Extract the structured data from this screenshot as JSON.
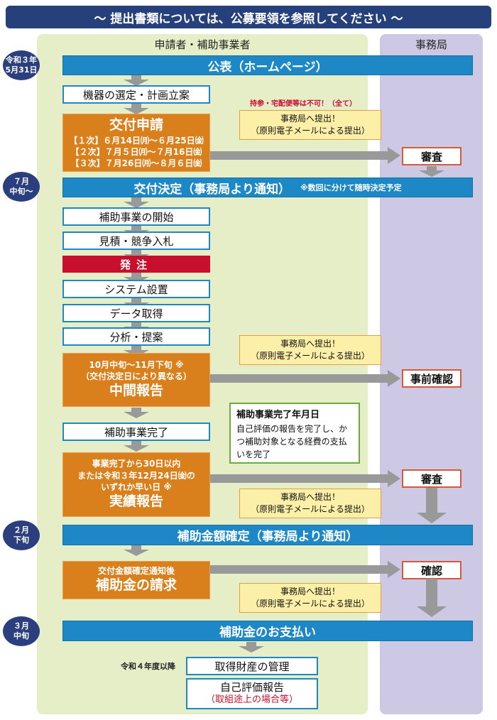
{
  "banner": "〜 提出書類については、公募要領を参照してください 〜",
  "headers": {
    "applicant": "申請者・補助事業者",
    "office": "事務局"
  },
  "dates": {
    "d1a": "令和３年",
    "d1b": "5月31日",
    "d2a": "７月",
    "d2b": "中旬〜",
    "d3a": "２月",
    "d3b": "下旬",
    "d4a": "３月",
    "d4b": "中旬"
  },
  "bars": {
    "announce": "公表（ホームページ）",
    "decision": "交付決定（事務局より通知）",
    "decision_note": "※数回に分けて随時決定予定",
    "confirm": "補助金額確定（事務局より通知）",
    "payment": "補助金のお支払い"
  },
  "steps": {
    "select": "機器の選定・計画立案",
    "start": "補助事業の開始",
    "estimate": "見積・競争入札",
    "order": "発注",
    "install": "システム設置",
    "data": "データ取得",
    "analysis": "分析・提案",
    "complete": "補助事業完了",
    "asset": "取得財産の管理",
    "self_eval": "自己評価報告",
    "self_eval_note": "（取組途上の場合等）",
    "after_label": "令和４年度以降"
  },
  "apply": {
    "title": "交付申請",
    "r1": "【１次】６月14日㈪〜６月25日㈮",
    "r2": "【２次】７月５日㈪〜７月16日㈮",
    "r3": "【３次】７月26日㈪〜８月６日㈮"
  },
  "interim": {
    "l1": "10月中旬〜11月下旬 ※",
    "l2": "（交付決定日により異なる）",
    "title": "中間報告"
  },
  "result": {
    "l1": "事業完了から30日以内",
    "l2": "または令和３年12月24日㈮の",
    "l3": "いずれか早い日 ※",
    "title": "実績報告"
  },
  "claim": {
    "l1": "交付金額確定通知後",
    "title": "補助金の請求"
  },
  "callout": {
    "l1": "事務局へ提出！",
    "l2": "（原則電子メールによる提出）"
  },
  "red_note": "持参・宅配便等は不可！（全て）",
  "green": {
    "title": "補助事業完了年月日",
    "body": "自己評価の報告を完了し、かつ補助対象となる経費の支払いを完了"
  },
  "office": {
    "review": "審査",
    "precheck": "事前確認",
    "review2": "審査",
    "check": "確認"
  }
}
